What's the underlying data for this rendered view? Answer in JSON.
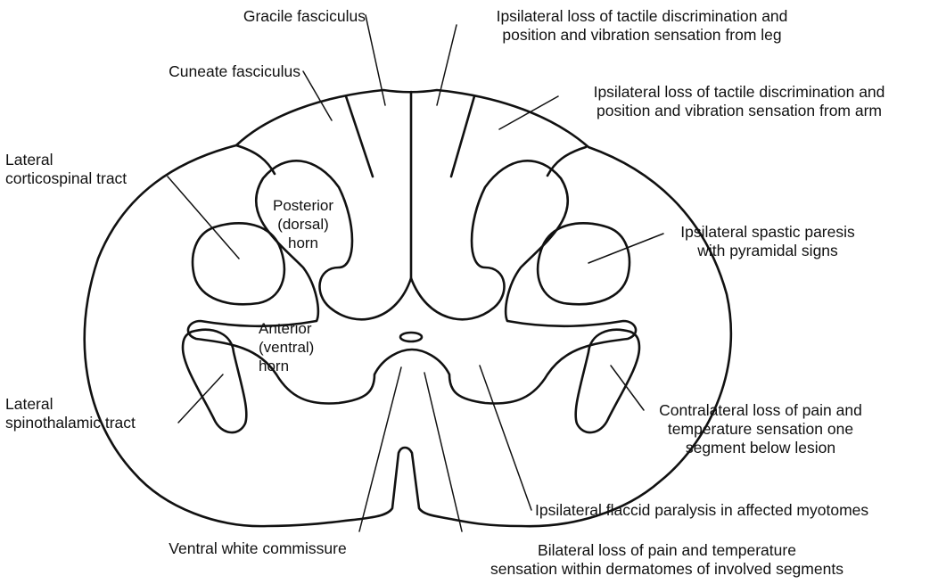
{
  "diagram": {
    "labels": {
      "gracile": "Gracile fasciculus",
      "cuneate": "Cuneate fasciculus",
      "lat_cs": [
        "Lateral",
        "corticospinal tract"
      ],
      "lat_st": [
        "Lateral",
        "spinothalamic tract"
      ],
      "posterior_horn": [
        "Posterior",
        "(dorsal)",
        "horn"
      ],
      "anterior_horn": [
        "Anterior",
        "(ventral)",
        "horn"
      ],
      "ventral_commissure": "Ventral white commissure",
      "loss_leg": [
        "Ipsilateral loss of tactile discrimination and",
        "position and vibration sensation from leg"
      ],
      "loss_arm": [
        "Ipsilateral loss of tactile discrimination and",
        "position and vibration sensation from arm"
      ],
      "spastic": [
        "Ipsilateral spastic paresis",
        "with pyramidal signs"
      ],
      "contralateral": [
        "Contralateral loss of pain and",
        "temperature sensation one",
        "segment below lesion"
      ],
      "flaccid": "Ipsilateral flaccid paralysis in affected myotomes",
      "bilateral": [
        "Bilateral loss of pain and temperature",
        "sensation within dermatomes of involved segments"
      ]
    }
  }
}
